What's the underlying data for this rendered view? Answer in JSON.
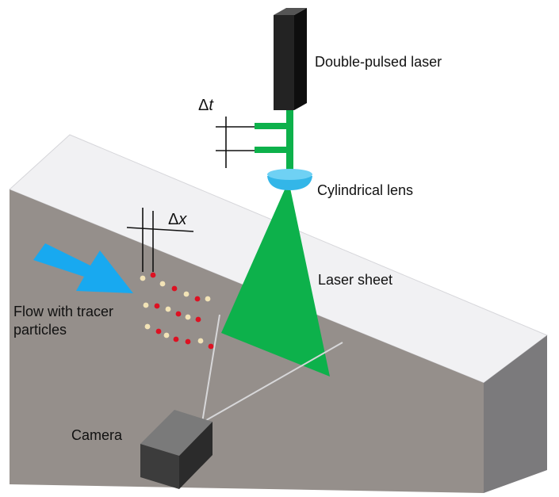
{
  "labels": {
    "laser": "Double-pulsed laser",
    "lens": "Cylindrical lens",
    "sheet": "Laser sheet",
    "flow_line1": "Flow with tracer",
    "flow_line2": "particles",
    "camera": "Camera"
  },
  "symbols": {
    "delta": "Δ",
    "dt_var": "t",
    "dx_var": "x"
  },
  "colors": {
    "laser_green": "#0db14b",
    "lens_blue": "#33b6e8",
    "arrow_blue": "#18a9f0",
    "channel_front": "#958f8b",
    "channel_top": "#f1f1f3",
    "channel_end": "#7b7a7c",
    "particle_red": "#dd1122",
    "particle_beige": "#f2e3b6"
  },
  "icons": [
    "laser-head",
    "cylindrical-lens-icon",
    "flow-arrow-icon",
    "camera-icon"
  ]
}
